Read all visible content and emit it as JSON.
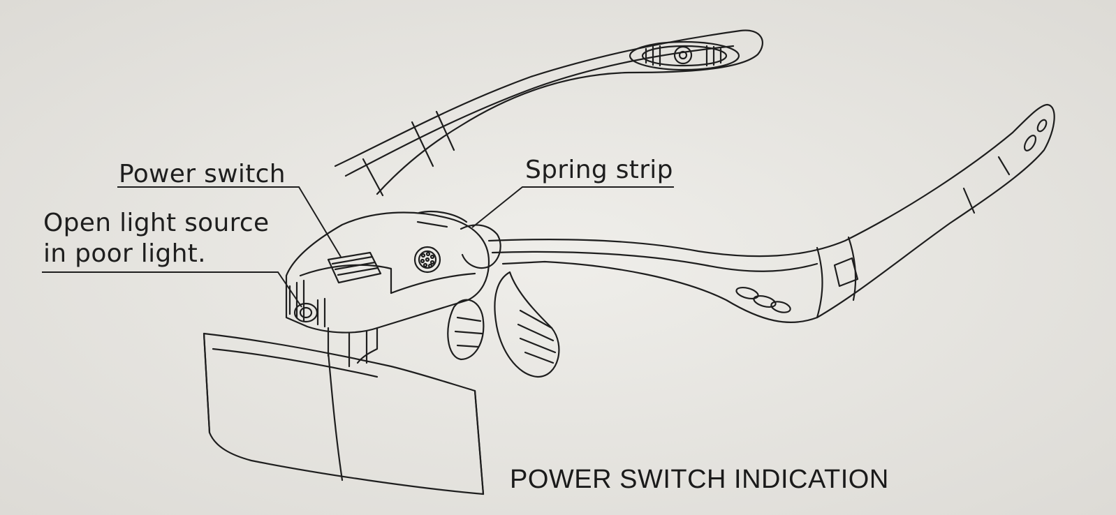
{
  "labels": {
    "power_switch": "Power switch",
    "spring_strip": "Spring strip",
    "open_light_line1": "Open light source",
    "open_light_line2": "in poor light."
  },
  "caption": "POWER SWITCH INDICATION",
  "colors": {
    "paper": "#e9e8e4",
    "ink": "#1e1e1e"
  }
}
